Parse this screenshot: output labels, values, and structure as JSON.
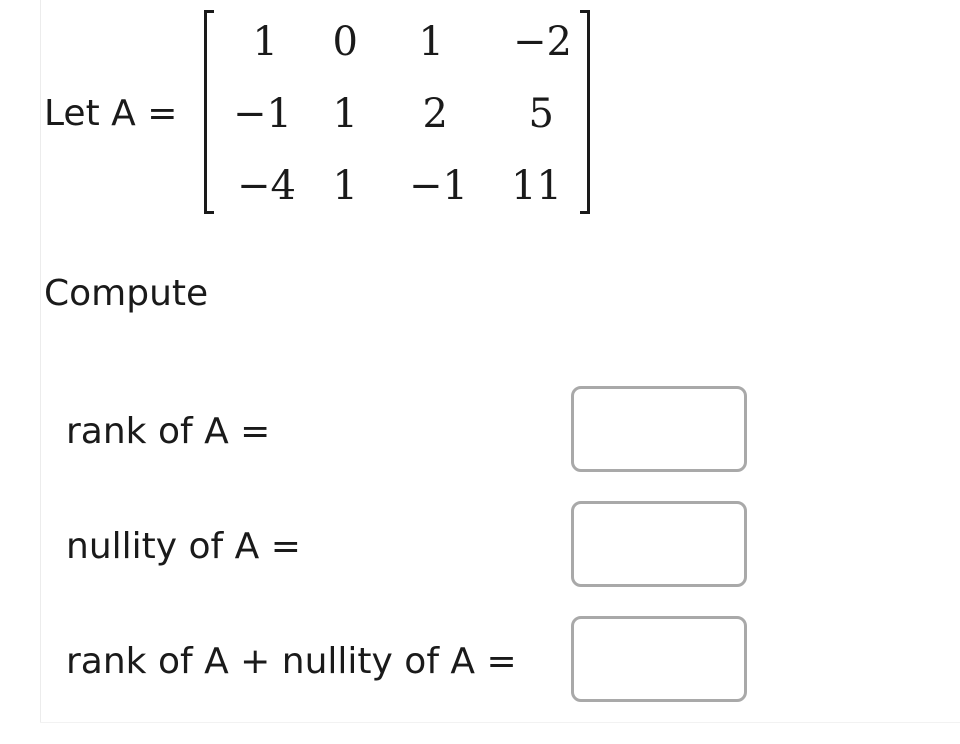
{
  "problem": {
    "let_label": "Let A =",
    "matrix": [
      [
        "1",
        "0",
        "1",
        "−2"
      ],
      [
        "−1",
        "1",
        "2",
        "5"
      ],
      [
        "−4",
        "1",
        "−1",
        "11"
      ]
    ],
    "compute_label": "Compute"
  },
  "questions": [
    {
      "label": "rank of A =",
      "answer": ""
    },
    {
      "label": "nullity of A =",
      "answer": ""
    },
    {
      "label": "rank of A + nullity of A =",
      "answer": ""
    }
  ]
}
